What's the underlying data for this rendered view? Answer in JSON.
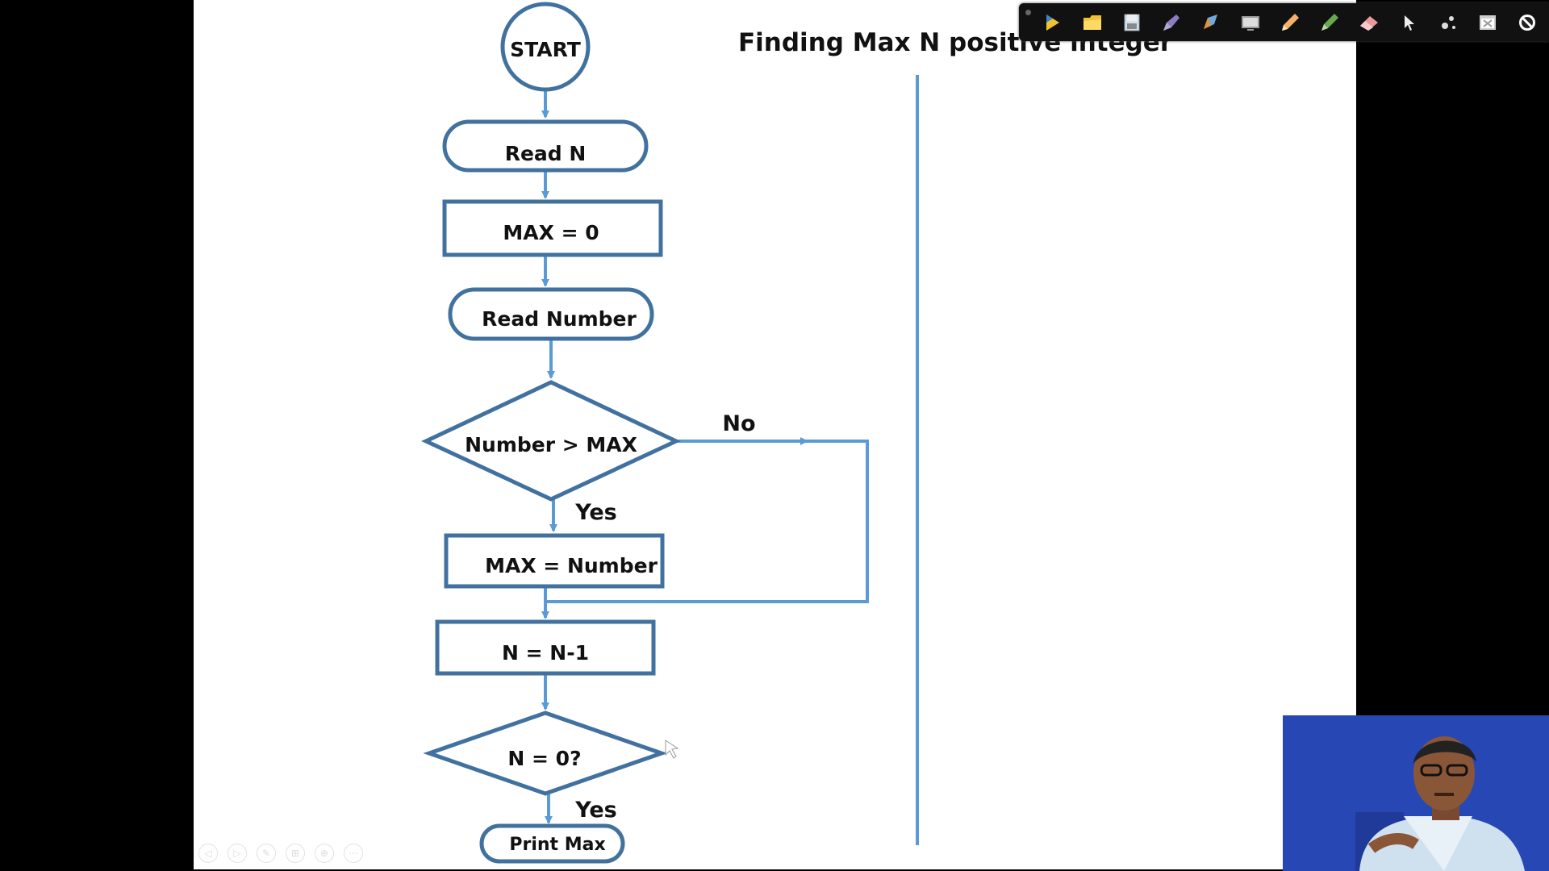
{
  "slide": {
    "title": "Finding Max N positive integer"
  },
  "flowchart": {
    "start": "START",
    "read_n": "Read N",
    "init_max": "MAX = 0",
    "read_number": "Read Number",
    "decision_compare": "Number > MAX",
    "label_no": "No",
    "label_yes_1": "Yes",
    "assign_max": "MAX = Number",
    "decrement": "N = N-1",
    "decision_zero": "N = 0?",
    "label_yes_2": "Yes",
    "print": "Print Max"
  },
  "toolbar": {
    "tools": [
      "arrow-icon",
      "folder-icon",
      "save-icon",
      "pen-icon",
      "highlighter-icon",
      "screen-icon",
      "pencil-icon",
      "marker-icon",
      "eraser-icon",
      "pointer-icon",
      "laser-icon",
      "close-window-icon",
      "stop-icon"
    ]
  },
  "nav": {
    "buttons": [
      "◁",
      "▷",
      "✎",
      "⊞",
      "⊕",
      "⋯"
    ]
  },
  "colors": {
    "flow_stroke": "#41729f",
    "connector": "#5b9bd5",
    "toolbar_bg": "#111111",
    "webcam_bg": "#2a4bbb"
  }
}
